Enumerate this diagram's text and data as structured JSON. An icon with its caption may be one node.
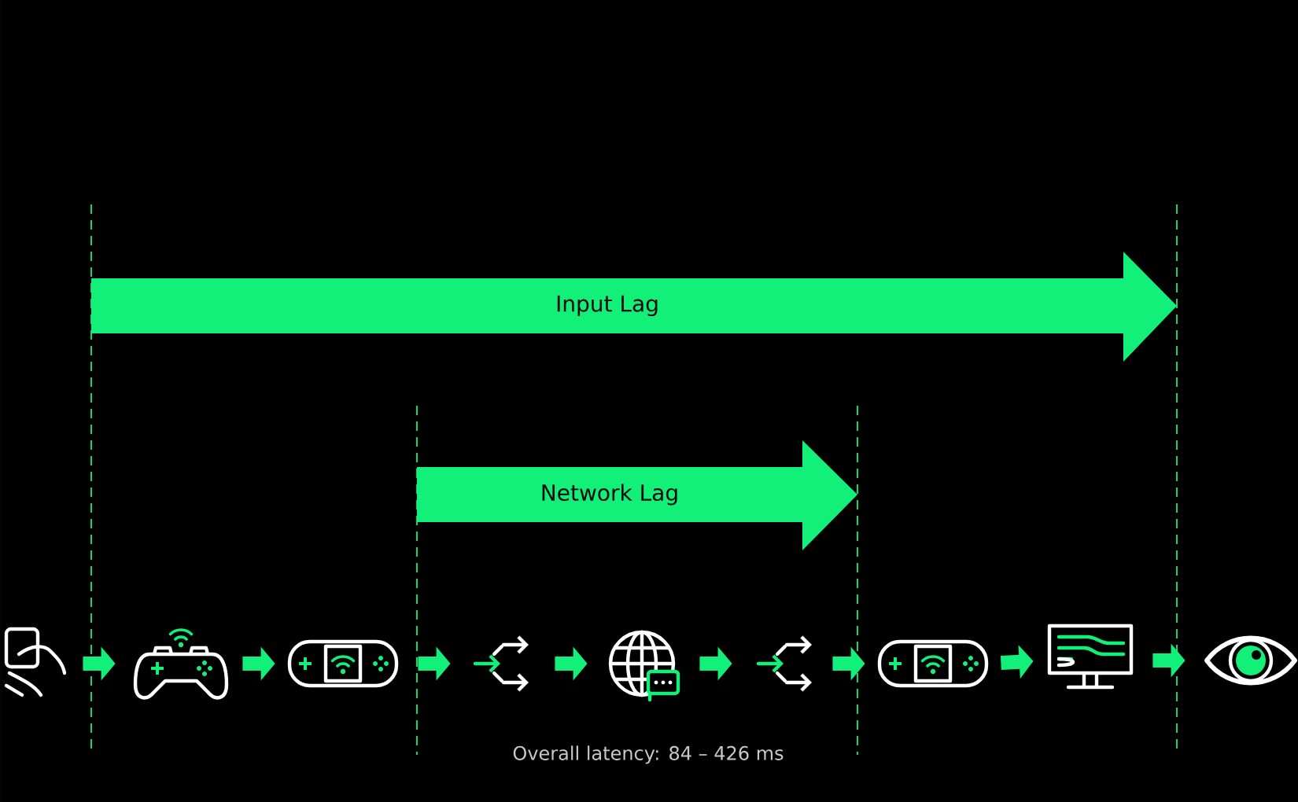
{
  "diagram": {
    "nodes": [
      {
        "text": [
          "Input Lag"
        ]
      },
      {
        "text": [
          "Network Lag"
        ]
      },
      {
        "text": [],
        "shape": "picture"
      },
      {
        "text": [],
        "shape": "picture"
      },
      {
        "text": [],
        "shape": "picture"
      },
      {
        "text": [],
        "shape": "picture"
      },
      {
        "text": [],
        "shape": "picture"
      },
      {
        "text": [],
        "shape": "picture"
      },
      {
        "text": [],
        "shape": "picture"
      },
      {
        "text": [],
        "shape": "picture"
      },
      {
        "text": [],
        "shape": "picture"
      }
    ],
    "edges": [
      {
        "from": 2,
        "to": 3,
        "arrow": "to"
      },
      {
        "from": 3,
        "to": 4,
        "arrow": "to"
      },
      {
        "from": 4,
        "to": 5,
        "arrow": "to"
      },
      {
        "from": 5,
        "to": 6,
        "arrow": "to"
      },
      {
        "from": 6,
        "to": 7,
        "arrow": "to"
      },
      {
        "from": 7,
        "to": 8,
        "arrow": "to"
      },
      {
        "from": 8,
        "to": 9,
        "arrow": "to"
      },
      {
        "from": 9,
        "to": 10,
        "arrow": "to"
      }
    ],
    "labels": [
      "Overall latency: 84 – 426 ms"
    ]
  }
}
